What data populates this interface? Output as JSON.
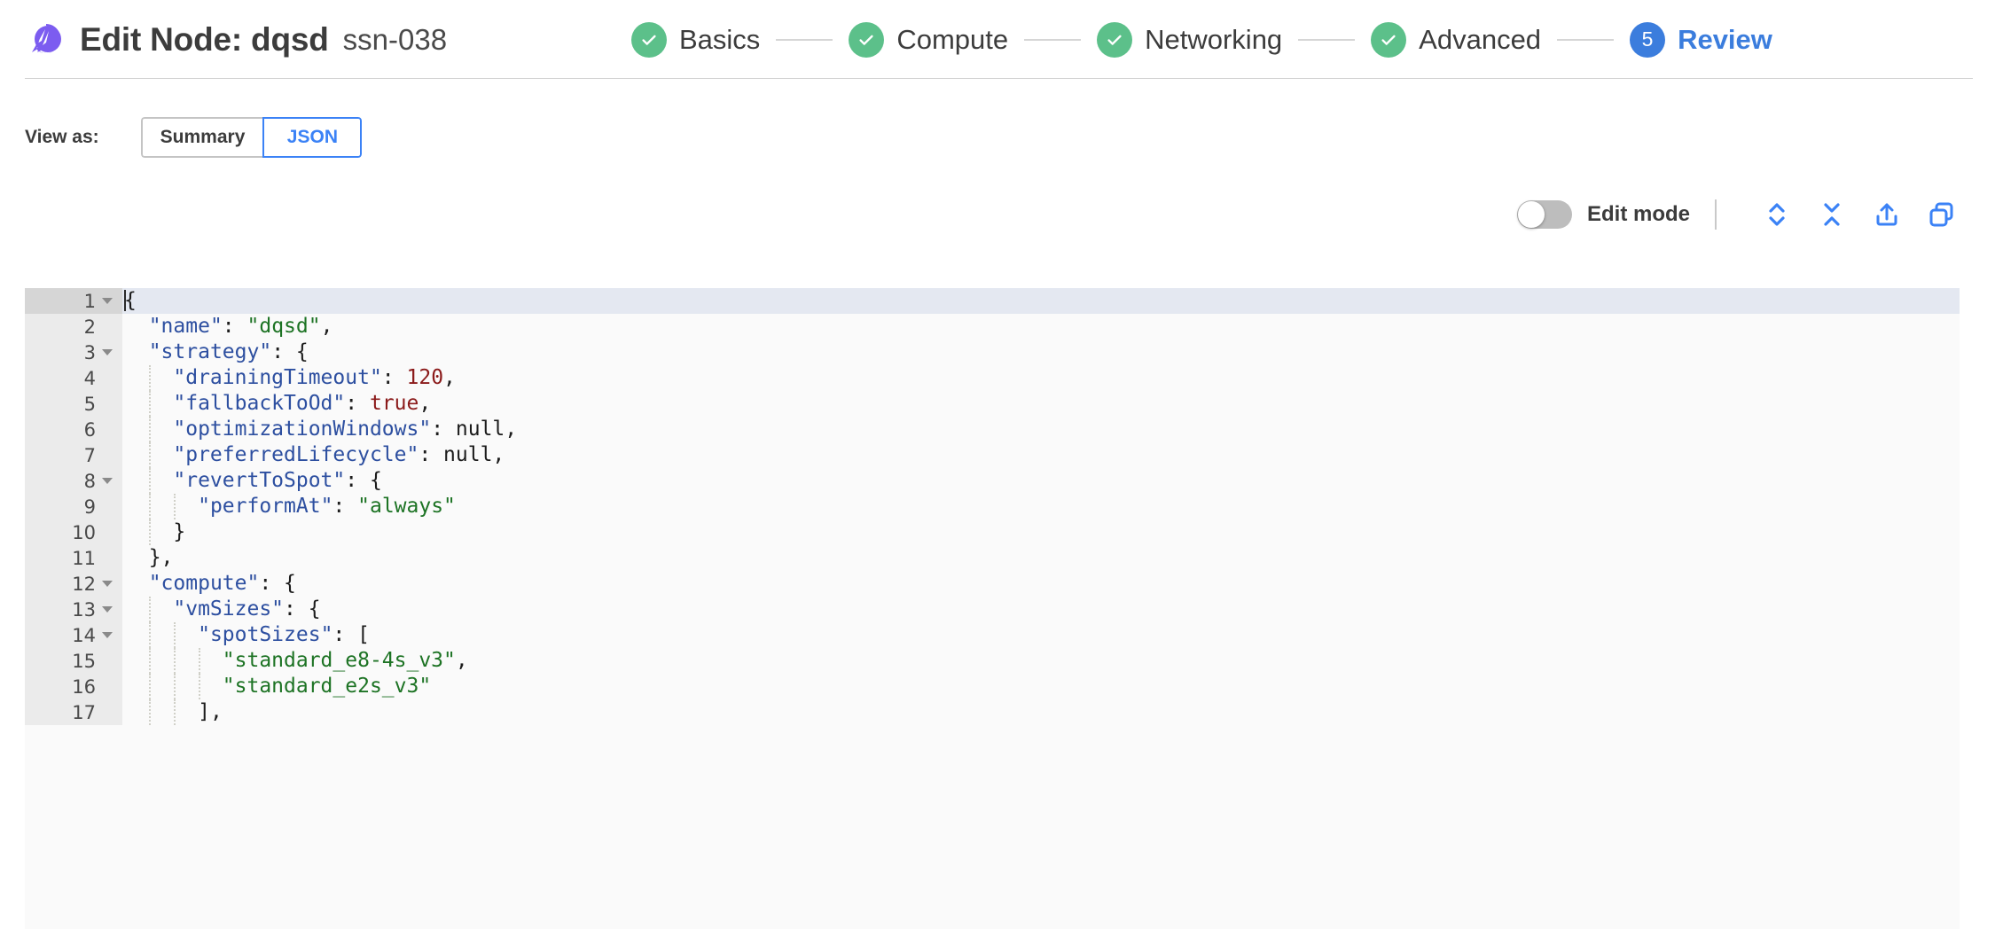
{
  "header": {
    "logo_icon": "spot-comet-logo",
    "title": "Edit Node: dqsd",
    "node_id": "ssn-038",
    "brand_color": "#7c5cf0"
  },
  "stepper": {
    "connector_color": "#d6d6d6",
    "done_color": "#5cc08a",
    "current_color": "#3b7ddd",
    "steps": [
      {
        "label": "Basics",
        "state": "done",
        "marker": "check"
      },
      {
        "label": "Compute",
        "state": "done",
        "marker": "check"
      },
      {
        "label": "Networking",
        "state": "done",
        "marker": "check"
      },
      {
        "label": "Advanced",
        "state": "done",
        "marker": "check"
      },
      {
        "label": "Review",
        "state": "current",
        "marker": "5"
      }
    ]
  },
  "view_as": {
    "label": "View as:",
    "options": [
      "Summary",
      "JSON"
    ],
    "selected": "JSON",
    "accent": "#3b82f6"
  },
  "editor_toolbar": {
    "edit_mode_label": "Edit mode",
    "edit_mode_on": false,
    "icons": [
      {
        "name": "expand-all-icon",
        "title": "Expand all"
      },
      {
        "name": "collapse-all-icon",
        "title": "Collapse all"
      },
      {
        "name": "export-icon",
        "title": "Export"
      },
      {
        "name": "copy-icon",
        "title": "Copy"
      }
    ],
    "icon_color": "#3b82f6"
  },
  "code_editor": {
    "language": "json",
    "active_line": 1,
    "colors": {
      "background": "#fafafa",
      "gutter": "#ebebeb",
      "active_line": "#e4e8f1",
      "key": "#2d4fa0",
      "string": "#1d7324",
      "number": "#8b1a1a",
      "punctuation": "#1c1c1c"
    },
    "lines": [
      {
        "no": 1,
        "fold": true,
        "indent": 0,
        "tokens": [
          {
            "t": "p",
            "v": "{"
          }
        ]
      },
      {
        "no": 2,
        "fold": false,
        "indent": 1,
        "tokens": [
          {
            "t": "k",
            "v": "\"name\""
          },
          {
            "t": "p",
            "v": ": "
          },
          {
            "t": "s",
            "v": "\"dqsd\""
          },
          {
            "t": "p",
            "v": ","
          }
        ]
      },
      {
        "no": 3,
        "fold": true,
        "indent": 1,
        "tokens": [
          {
            "t": "k",
            "v": "\"strategy\""
          },
          {
            "t": "p",
            "v": ": {"
          }
        ]
      },
      {
        "no": 4,
        "fold": false,
        "indent": 2,
        "tokens": [
          {
            "t": "k",
            "v": "\"drainingTimeout\""
          },
          {
            "t": "p",
            "v": ": "
          },
          {
            "t": "n",
            "v": "120"
          },
          {
            "t": "p",
            "v": ","
          }
        ]
      },
      {
        "no": 5,
        "fold": false,
        "indent": 2,
        "tokens": [
          {
            "t": "k",
            "v": "\"fallbackToOd\""
          },
          {
            "t": "p",
            "v": ": "
          },
          {
            "t": "n",
            "v": "true"
          },
          {
            "t": "p",
            "v": ","
          }
        ]
      },
      {
        "no": 6,
        "fold": false,
        "indent": 2,
        "tokens": [
          {
            "t": "k",
            "v": "\"optimizationWindows\""
          },
          {
            "t": "p",
            "v": ": null,"
          }
        ]
      },
      {
        "no": 7,
        "fold": false,
        "indent": 2,
        "tokens": [
          {
            "t": "k",
            "v": "\"preferredLifecycle\""
          },
          {
            "t": "p",
            "v": ": null,"
          }
        ]
      },
      {
        "no": 8,
        "fold": true,
        "indent": 2,
        "tokens": [
          {
            "t": "k",
            "v": "\"revertToSpot\""
          },
          {
            "t": "p",
            "v": ": {"
          }
        ]
      },
      {
        "no": 9,
        "fold": false,
        "indent": 3,
        "tokens": [
          {
            "t": "k",
            "v": "\"performAt\""
          },
          {
            "t": "p",
            "v": ": "
          },
          {
            "t": "s",
            "v": "\"always\""
          }
        ]
      },
      {
        "no": 10,
        "fold": false,
        "indent": 2,
        "tokens": [
          {
            "t": "p",
            "v": "}"
          }
        ]
      },
      {
        "no": 11,
        "fold": false,
        "indent": 1,
        "tokens": [
          {
            "t": "p",
            "v": "},"
          }
        ]
      },
      {
        "no": 12,
        "fold": true,
        "indent": 1,
        "tokens": [
          {
            "t": "k",
            "v": "\"compute\""
          },
          {
            "t": "p",
            "v": ": {"
          }
        ]
      },
      {
        "no": 13,
        "fold": true,
        "indent": 2,
        "tokens": [
          {
            "t": "k",
            "v": "\"vmSizes\""
          },
          {
            "t": "p",
            "v": ": {"
          }
        ]
      },
      {
        "no": 14,
        "fold": true,
        "indent": 3,
        "tokens": [
          {
            "t": "k",
            "v": "\"spotSizes\""
          },
          {
            "t": "p",
            "v": ": ["
          }
        ]
      },
      {
        "no": 15,
        "fold": false,
        "indent": 4,
        "tokens": [
          {
            "t": "s",
            "v": "\"standard_e8-4s_v3\""
          },
          {
            "t": "p",
            "v": ","
          }
        ]
      },
      {
        "no": 16,
        "fold": false,
        "indent": 4,
        "tokens": [
          {
            "t": "s",
            "v": "\"standard_e2s_v3\""
          }
        ]
      },
      {
        "no": 17,
        "fold": false,
        "indent": 3,
        "tokens": [
          {
            "t": "p",
            "v": "],"
          }
        ]
      }
    ]
  }
}
